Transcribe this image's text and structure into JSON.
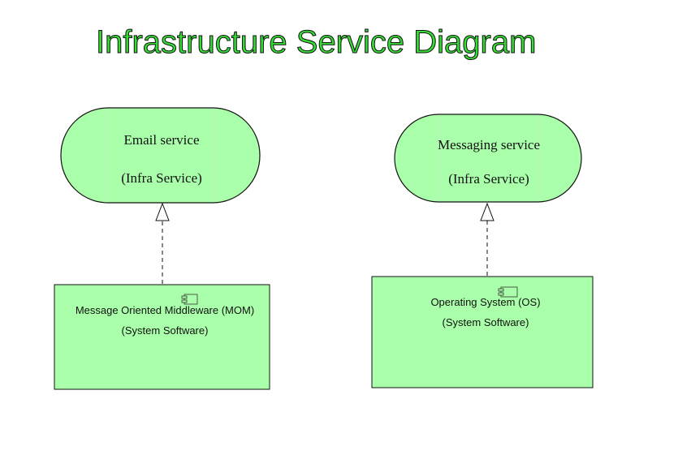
{
  "title": "Infrastructure Service Diagram",
  "colors": {
    "title_fill": "#33dd33",
    "title_outline": "#111111",
    "node_fill": "#aaffaa",
    "stroke": "#111111"
  },
  "services": [
    {
      "name": "Email service",
      "stereotype": "(Infra Service)"
    },
    {
      "name": "Messaging service",
      "stereotype": "(Infra Service)"
    }
  ],
  "system_software": [
    {
      "name": "Message Oriented Middleware (MOM)",
      "stereotype": "(System Software)",
      "icon": "component-icon"
    },
    {
      "name": "Operating System (OS)",
      "stereotype": "(System Software)",
      "icon": "component-icon"
    }
  ],
  "relations": [
    {
      "from": "Message Oriented Middleware (MOM)",
      "to": "Email service",
      "type": "realization"
    },
    {
      "from": "Operating System (OS)",
      "to": "Messaging service",
      "type": "realization"
    }
  ]
}
